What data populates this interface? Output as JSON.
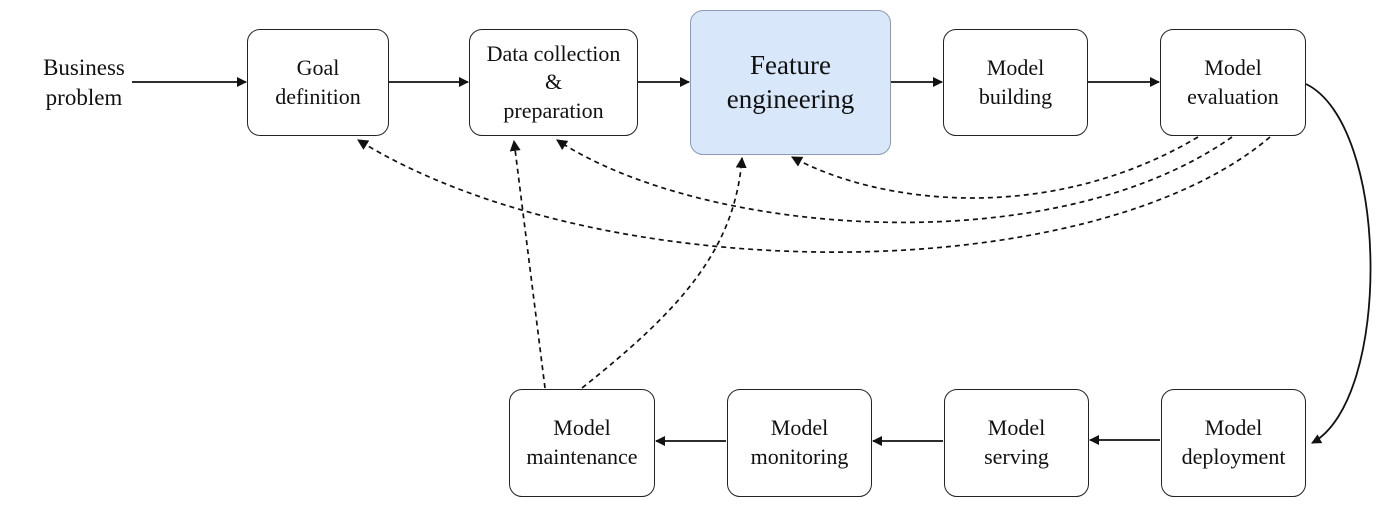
{
  "diagram": {
    "start": "Business\nproblem",
    "nodes": {
      "goal_definition": "Goal\ndefinition",
      "data_collection": "Data collection\n&\npreparation",
      "feature_engineering": "Feature\nengineering",
      "model_building": "Model\nbuilding",
      "model_evaluation": "Model\nevaluation",
      "model_deployment": "Model\ndeployment",
      "model_serving": "Model\nserving",
      "model_monitoring": "Model\nmonitoring",
      "model_maintenance": "Model\nmaintenance"
    },
    "colors": {
      "highlight_fill": "#d9e7fb",
      "highlight_border": "#8a9bb3",
      "line": "#111111"
    }
  }
}
